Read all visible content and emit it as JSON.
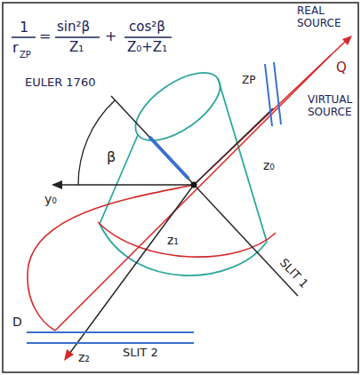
{
  "diagram": {
    "labels": [
      "1",
      "r",
      "ZP",
      "=",
      "sin²β",
      "Z₁",
      "+",
      "cos²β",
      "Z₀+Z₁",
      "EULER 1760",
      "REAL SOURCE",
      "Q",
      "ZP",
      "VIRTUAL SOURCE",
      "β",
      "y₀",
      "z₀",
      "z₁",
      "SLIT 1",
      "D",
      "SLIT 2",
      "z₂"
    ]
  }
}
